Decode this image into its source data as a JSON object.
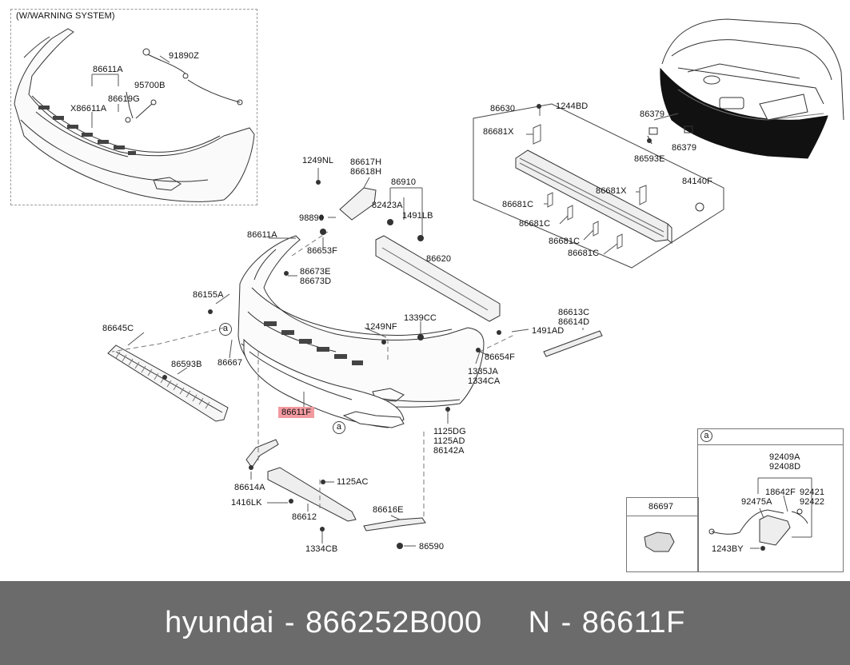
{
  "inset_warning": {
    "title": "(W/WARNING SYSTEM)",
    "labels": [
      "86611A",
      "X86611A",
      "86619G",
      "95700B",
      "91890Z"
    ]
  },
  "labels": {
    "l86630": "86630",
    "l1244BD": "1244BD",
    "l86681X_top": "86681X",
    "l86681X_mid": "86681X",
    "l86681C_1": "86681C",
    "l86681C_2": "86681C",
    "l86681C_3": "86681C",
    "l86681C_4": "86681C",
    "l86379_a": "86379",
    "l86379_b": "86379",
    "l86593E": "86593E",
    "l84140F": "84140F",
    "l1249NL": "1249NL",
    "l86617H": "86617H",
    "l86618H": "86618H",
    "l86910": "86910",
    "l82423A": "82423A",
    "l1491LB": "1491LB",
    "l98890": "98890",
    "l86653F": "86653F",
    "l86611A": "86611A",
    "l86673E": "86673E",
    "l86673D": "86673D",
    "l86620": "86620",
    "l86155A": "86155A",
    "l86645C": "86645C",
    "l1249NF": "1249NF",
    "l1339CC": "1339CC",
    "l86613C": "86613C",
    "l86614D": "86614D",
    "l1491AD": "1491AD",
    "l86654F": "86654F",
    "l1335JA": "1335JA",
    "l1334CA": "1334CA",
    "l86667": "86667",
    "l86593B": "86593B",
    "l86611F": "86611F",
    "l1125DG": "1125DG",
    "l1125AD": "1125AD",
    "l86142A": "86142A",
    "l86614A": "86614A",
    "l1125AC": "1125AC",
    "l1416LK": "1416LK",
    "l86612": "86612",
    "l86616E": "86616E",
    "l1334CB": "1334CB",
    "l86590": "86590",
    "circ_a1": "a",
    "circ_a2": "a"
  },
  "inset_86697": {
    "title": "86697"
  },
  "inset_a": {
    "title": "a",
    "labels": [
      "92409A",
      "92408D",
      "18642F",
      "92421",
      "92422",
      "92475A",
      "1243BY"
    ]
  },
  "footer": {
    "brand": "hyundai",
    "part_number": "866252B000",
    "ref": "N - 86611F",
    "dash": "-"
  }
}
